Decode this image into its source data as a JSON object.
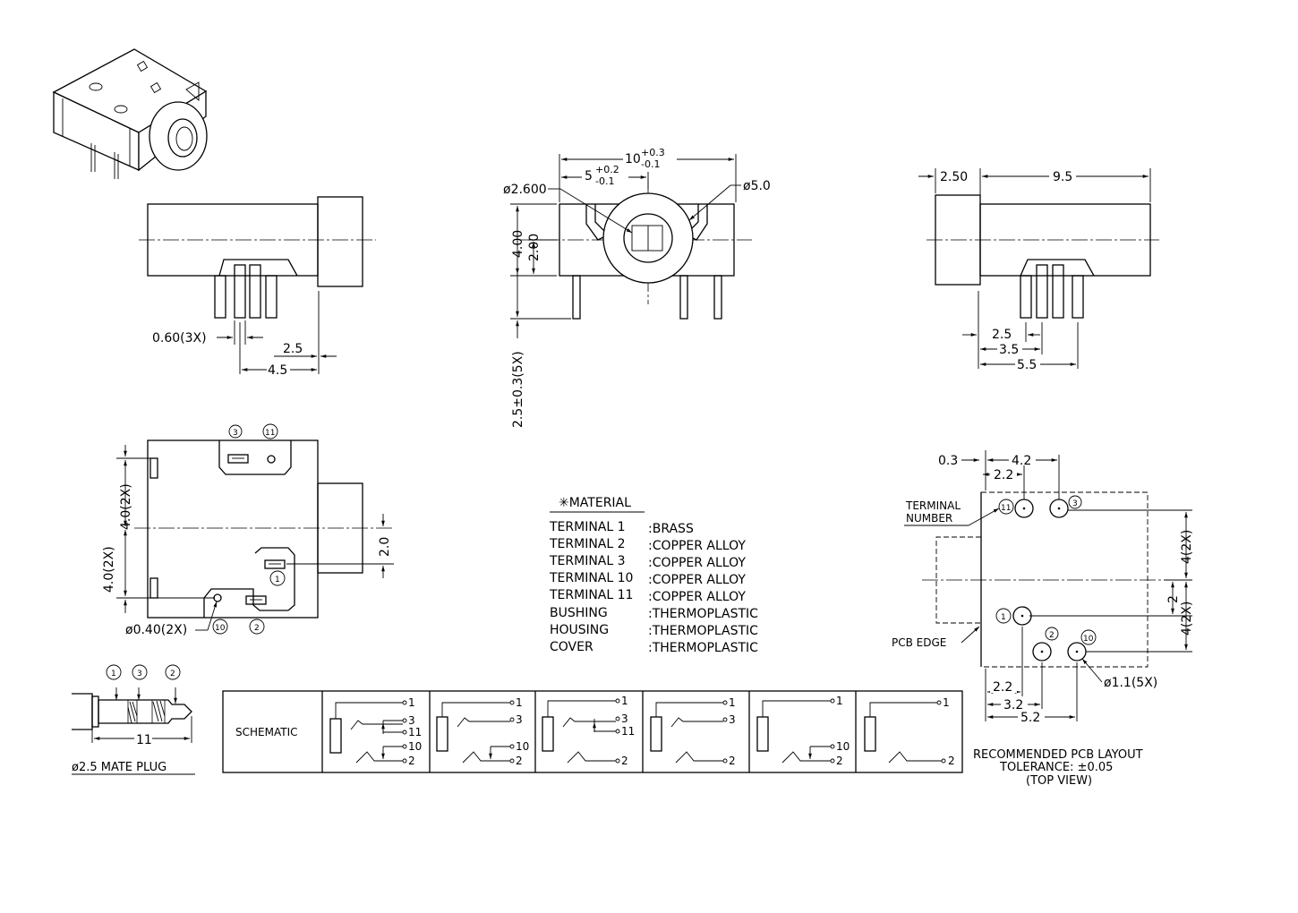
{
  "front_view": {
    "width_main": "10",
    "width_tol_plus": "+0.3",
    "width_tol_minus": "-0.1",
    "half_main": "5",
    "half_tol_plus": "+0.2",
    "half_tol_minus": "-0.1",
    "inner_dia": "ø2.600",
    "outer_dia": "ø5.0",
    "height_full": "4.00",
    "height_half": "2.00",
    "pin_length": "2.5±0.3(5X)"
  },
  "side_left": {
    "pin_width": "0.60(3X)",
    "d1": "2.5",
    "d2": "4.5"
  },
  "side_right": {
    "bushing": "2.50",
    "body": "9.5",
    "d1": "2.5",
    "d2": "3.5",
    "d3": "5.5"
  },
  "bottom_view": {
    "v1": "4.0(2X)",
    "v2": "4.0(2X)",
    "v3": "2.0",
    "hole": "ø0.40(2X)",
    "t3": "3",
    "t11": "11",
    "t1": "1",
    "t10": "10",
    "t2": "2"
  },
  "material": {
    "title": "✳MATERIAL",
    "rows": [
      {
        "part": "TERMINAL  1",
        "mat": ":BRASS"
      },
      {
        "part": "TERMINAL  2",
        "mat": ":COPPER  ALLOY"
      },
      {
        "part": "TERMINAL  3",
        "mat": ":COPPER  ALLOY"
      },
      {
        "part": "TERMINAL  10",
        "mat": ":COPPER  ALLOY"
      },
      {
        "part": "TERMINAL  11",
        "mat": ":COPPER  ALLOY"
      },
      {
        "part": "BUSHING",
        "mat": ":THERMOPLASTIC"
      },
      {
        "part": "HOUSING",
        "mat": ":THERMOPLASTIC"
      },
      {
        "part": "COVER",
        "mat": ":THERMOPLASTIC"
      }
    ]
  },
  "pcb": {
    "d03": "0.3",
    "d42": "4.2",
    "d22a": "2.2",
    "terminal_number": [
      "TERMINAL",
      "NUMBER"
    ],
    "pcb_edge": "PCB EDGE",
    "v4a": "4(2X)",
    "v4b": "4(2X)",
    "v2": "2",
    "hole": "ø1.1(5X)",
    "d22b": "2.2",
    "d32": "3.2",
    "d52": "5.2",
    "n11": "11",
    "n3": "3",
    "n1": "1",
    "n2": "2",
    "n10": "10",
    "caption": [
      "RECOMMENDED PCB LAYOUT",
      "TOLERANCE: ±0.05",
      "(TOP VIEW)"
    ]
  },
  "plug": {
    "n1": "1",
    "n3": "3",
    "n2": "2",
    "length": "11",
    "caption": "ø2.5  MATE  PLUG"
  },
  "schematic": {
    "label": "SCHEMATIC",
    "cells": [
      [
        "1",
        "3",
        "11",
        "10",
        "2"
      ],
      [
        "1",
        "3",
        "10",
        "2"
      ],
      [
        "1",
        "3",
        "11",
        "2"
      ],
      [
        "1",
        "3",
        "2"
      ],
      [
        "1",
        "10",
        "2"
      ],
      [
        "1",
        "2"
      ]
    ]
  }
}
